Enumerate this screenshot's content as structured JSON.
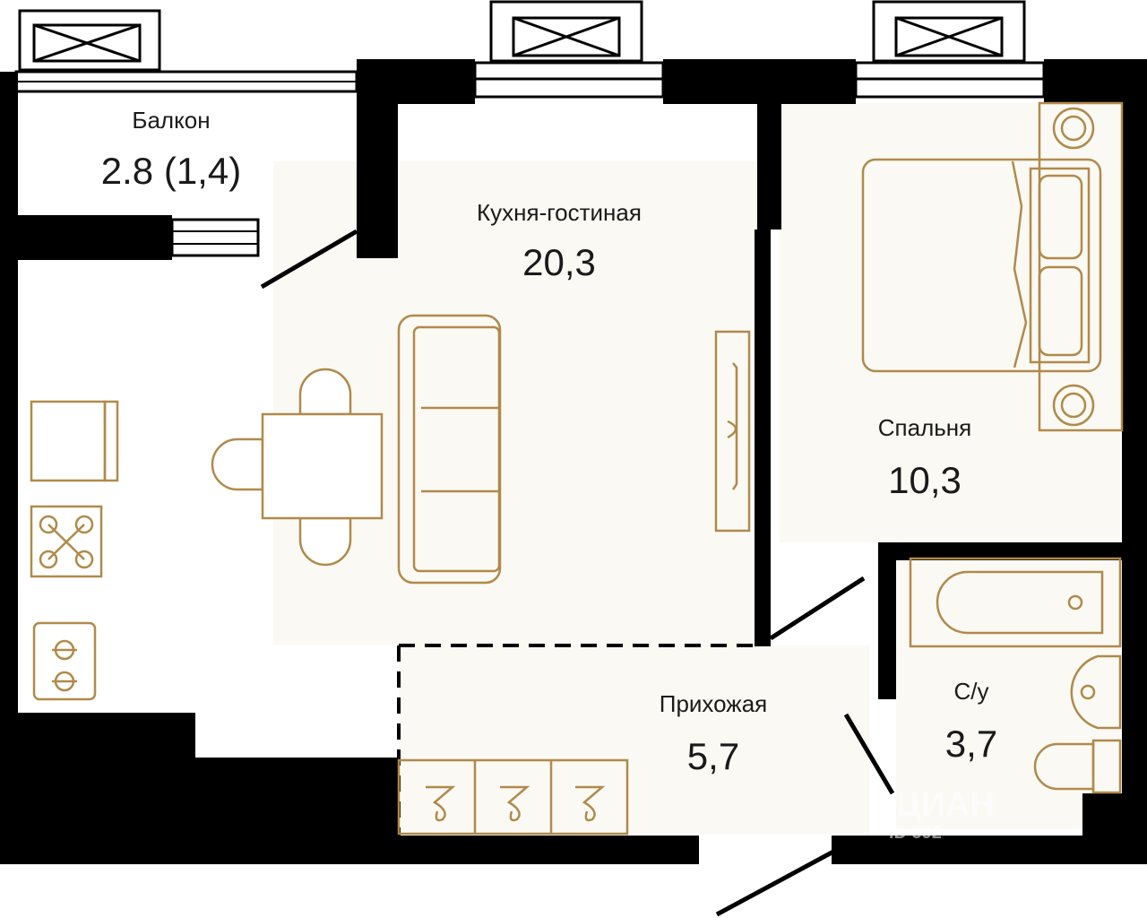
{
  "rooms": {
    "balcony": {
      "name": "Балкон",
      "area": "2.8 (1,4)"
    },
    "kitchen_living": {
      "name": "Кухня-гостиная",
      "area": "20,3"
    },
    "bedroom": {
      "name": "Спальня",
      "area": "10,3"
    },
    "hallway": {
      "name": "Прихожая",
      "area": "5,7"
    },
    "bathroom": {
      "name": "С/у",
      "area": "3,7"
    }
  },
  "watermark": {
    "brand": "ЦИАН",
    "id": "ID 592"
  },
  "colors": {
    "wall": "#000000",
    "furniture": "#b08a4a",
    "floor_tint": "#faf9f4"
  }
}
